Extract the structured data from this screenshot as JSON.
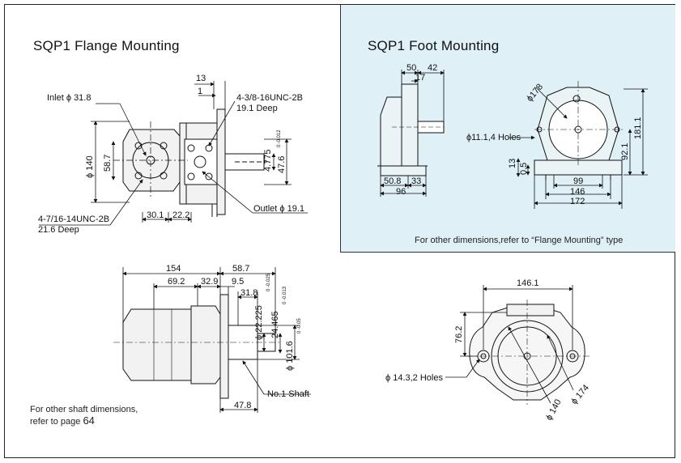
{
  "flange": {
    "title": "SQP1 Flange Mounting",
    "labels": {
      "inlet": "Inlet ϕ 31.8",
      "thread_top_1": "4-3/8-16UNC-2B",
      "thread_top_2": "19.1 Deep",
      "dim_13": "13",
      "dim_1": "1",
      "dia_140": "ϕ 140",
      "dim_58_7": "58.7",
      "dim_4_775": "4.775",
      "tol_4_775": "0 -0.012",
      "dim_47_6": "47.6",
      "thread_bottom_1": "4-7/16-14UNC-2B",
      "thread_bottom_2": "21.6 Deep",
      "dim_30_1": "30.1",
      "dim_22_2": "22.2",
      "outlet": "Outlet ϕ 19.1"
    }
  },
  "foot": {
    "title": "SQP1 Foot Mounting",
    "labels": {
      "dim_50": "50",
      "dim_42": "42",
      "dim_17": "17",
      "dia_178": "ϕ178",
      "holes": "ϕ11.1,4 Holes",
      "dim_13": "13",
      "dim_0_5": "0.5",
      "dim_50_8": "50.8",
      "dim_33": "33",
      "dim_96": "96",
      "dim_99": "99",
      "dim_146": "146",
      "dim_172": "172",
      "dim_92_1": "92.1",
      "dim_181_1": "181.1"
    },
    "note": "For other dimensions,refer to “Flange Mounting” type"
  },
  "side": {
    "labels": {
      "dim_154": "154",
      "dim_58_7": "58.7",
      "dim_69_2": "69.2",
      "dim_32_9": "32.9",
      "dim_9_5": "9.5",
      "dim_31_8": "31.8",
      "dia_22_225": "ϕ 22.225",
      "tol_22_225": "0 -0.025",
      "dim_24_465": "24.465",
      "tol_24_465": "0 -0.013",
      "dia_101_6": "ϕ 101.6",
      "tol_101_6": "0 -0.05",
      "shaft": "No.1 Shaft",
      "dim_47_8": "47.8"
    },
    "note_line1": "For other shaft dimensions,",
    "note_line2": "refer to page",
    "note_page": "64"
  },
  "end": {
    "labels": {
      "dim_146_1": "146.1",
      "dim_76_2": "76.2",
      "holes": "ϕ 14.3,2 Holes",
      "dia_140": "ϕ 140",
      "dia_174": "ϕ 174"
    }
  },
  "colors": {
    "foot_panel": "#dff0f6",
    "line": "#111111"
  }
}
